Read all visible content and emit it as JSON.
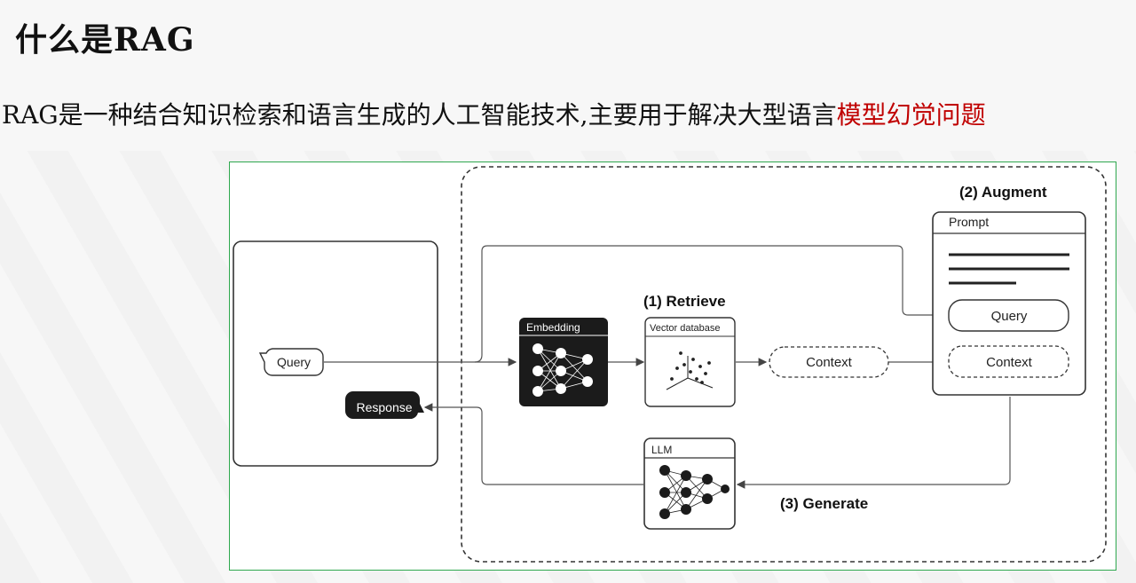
{
  "slide": {
    "title": "什么是RAG",
    "subtitle_main": "RAG是一种结合知识检索和语言生成的人工智能技术,主要用于解决大型语言",
    "subtitle_highlight": "模型幻觉问题",
    "highlight_color": "#c00000"
  },
  "diagram": {
    "query_bubble": "Query",
    "response_bubble": "Response",
    "embedding_label": "Embedding",
    "retrieve_label": "(1) Retrieve",
    "vector_db_label": "Vector database",
    "context_label": "Context",
    "augment_label": "(2) Augment",
    "prompt_label": "Prompt",
    "prompt_query": "Query",
    "prompt_context": "Context",
    "llm_label": "LLM",
    "generate_label": "(3) Generate"
  }
}
